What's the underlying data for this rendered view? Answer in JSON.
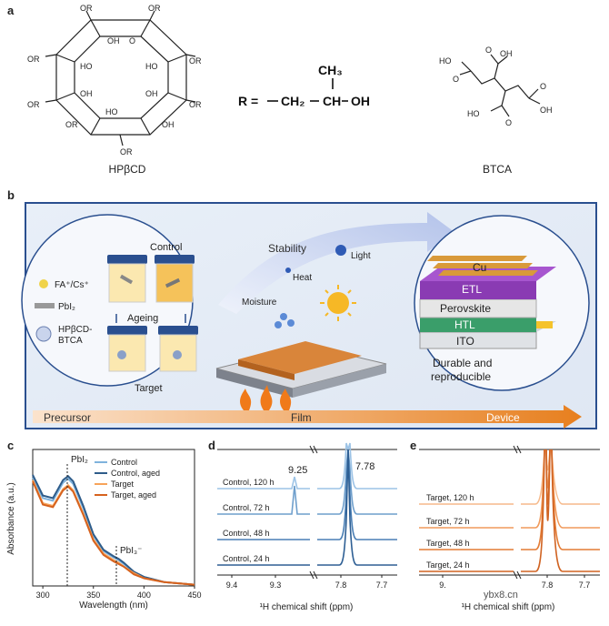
{
  "panel_a": {
    "label": "a",
    "hpbcd_label": "HPβCD",
    "btca_label": "BTCA",
    "r_def_prefix": "R =",
    "r_ch2": "CH₂",
    "r_ch": "CH",
    "r_oh": "OH",
    "r_ch3": "CH₃",
    "ring_or": "OR",
    "ring_ho": "HO",
    "ring_oh": "OH",
    "ring_o": "O",
    "btca_ho": "HO",
    "btca_oh": "OH",
    "btca_o": "O"
  },
  "panel_b": {
    "label": "b",
    "control": "Control",
    "ageing": "Ageing",
    "target": "Target",
    "legend_ion": "FA⁺/Cs⁺",
    "legend_pbi2": "PbI₂",
    "legend_hp_line1": "HPβCD-",
    "legend_hp_line2": "BTCA",
    "stability": "Stability",
    "light": "Light",
    "heat": "Heat",
    "moisture": "Moisture",
    "device_layers": [
      "Cu",
      "ETL",
      "Perovskite",
      "HTL",
      "ITO"
    ],
    "durable_line1": "Durable and",
    "durable_line2": "reproducible",
    "stage_precursor": "Precursor",
    "stage_film": "Film",
    "stage_device": "Device"
  },
  "panel_c": {
    "label": "c",
    "legend": [
      "Control",
      "Control, aged",
      "Target",
      "Target, aged"
    ],
    "ann_pbi2": "PbI₂",
    "ann_pbi3": "PbI₃⁻"
  },
  "panel_d": {
    "label": "d",
    "peak_925": "9.25",
    "peak_778": "7.78",
    "series_labels": [
      "Control, 120 h",
      "Control, 72 h",
      "Control, 48 h",
      "Control, 24 h"
    ]
  },
  "panel_e": {
    "label": "e",
    "series_labels": [
      "Target, 120 h",
      "Target, 72 h",
      "Target, 48 h",
      "Target, 24 h"
    ],
    "watermark": "ybx8.cn"
  },
  "chart_data": [
    {
      "type": "line",
      "panel": "c",
      "xlabel": "Wavelength (nm)",
      "ylabel": "Absorbance (a.u.)",
      "xlim": [
        290,
        450
      ],
      "x_ticks": [
        300,
        350,
        400,
        450
      ],
      "x": [
        290,
        300,
        310,
        320,
        325,
        330,
        340,
        350,
        360,
        370,
        375,
        380,
        390,
        400,
        420,
        450
      ],
      "series": [
        {
          "name": "Control",
          "color": "#7fb2dc",
          "values": [
            0.84,
            0.68,
            0.66,
            0.8,
            0.83,
            0.79,
            0.6,
            0.39,
            0.27,
            0.22,
            0.2,
            0.17,
            0.11,
            0.07,
            0.03,
            0.01
          ]
        },
        {
          "name": "Control, aged",
          "color": "#2e5c8a",
          "values": [
            0.86,
            0.7,
            0.68,
            0.82,
            0.85,
            0.81,
            0.62,
            0.4,
            0.28,
            0.23,
            0.21,
            0.18,
            0.11,
            0.07,
            0.03,
            0.01
          ]
        },
        {
          "name": "Target",
          "color": "#f7a35a",
          "values": [
            0.82,
            0.64,
            0.62,
            0.75,
            0.78,
            0.74,
            0.56,
            0.36,
            0.25,
            0.2,
            0.18,
            0.15,
            0.1,
            0.06,
            0.03,
            0.01
          ]
        },
        {
          "name": "Target, aged",
          "color": "#d6621e",
          "values": [
            0.81,
            0.63,
            0.61,
            0.74,
            0.77,
            0.73,
            0.55,
            0.35,
            0.24,
            0.19,
            0.17,
            0.15,
            0.09,
            0.06,
            0.03,
            0.01
          ]
        }
      ]
    },
    {
      "type": "line",
      "panel": "d",
      "xlabel": "¹H chemical shift (ppm)",
      "x_ticks": [
        "9.4",
        "9.3",
        "7.8",
        "7.7"
      ],
      "axis_break": true,
      "series": [
        {
          "name": "Control, 120 h",
          "color": "#9cc3e6"
        },
        {
          "name": "Control, 72 h",
          "color": "#6f9fcc"
        },
        {
          "name": "Control, 48 h",
          "color": "#4a7fb5"
        },
        {
          "name": "Control, 24 h",
          "color": "#2e5f94"
        }
      ]
    },
    {
      "type": "line",
      "panel": "e",
      "xlabel": "¹H chemical shift (ppm)",
      "x_ticks": [
        "9.",
        "7.8",
        "7.7"
      ],
      "axis_break": true,
      "series": [
        {
          "name": "Target, 120 h",
          "color": "#f6b98a"
        },
        {
          "name": "Target, 72 h",
          "color": "#f19a5b"
        },
        {
          "name": "Target, 48 h",
          "color": "#e47c35"
        },
        {
          "name": "Target, 24 h",
          "color": "#d06322"
        }
      ]
    }
  ]
}
